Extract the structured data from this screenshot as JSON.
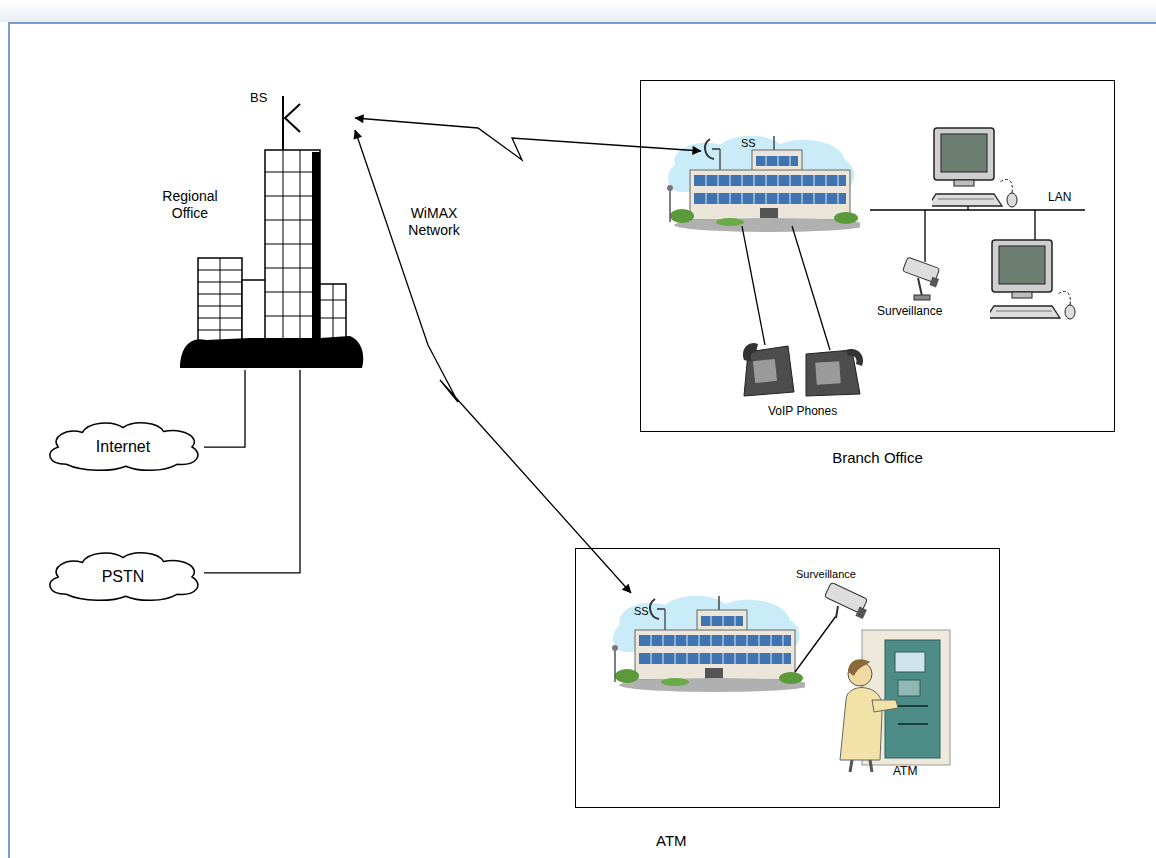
{
  "diagram": {
    "nodes": [
      {
        "text": [
          "BS",
          "Regional Office"
        ]
      },
      {
        "text": [
          "Internet"
        ]
      },
      {
        "text": [
          "PSTN"
        ]
      },
      {
        "text": [
          "Branch Office"
        ]
      },
      {
        "text": [
          "SS"
        ],
        "in": 3
      },
      {
        "text": [
          "ATM"
        ]
      },
      {
        "text": [
          "SS"
        ],
        "in": 5
      }
    ],
    "edges": [
      {
        "from": 1,
        "to": 0,
        "arrow": "none"
      },
      {
        "from": 2,
        "to": 0,
        "arrow": "none"
      },
      {
        "from": 0,
        "to": 4,
        "arrow": "both"
      },
      {
        "from": 0,
        "to": 6,
        "arrow": "both"
      }
    ],
    "labels": [
      "WiMAX Network",
      "LAN",
      "Surveillance",
      "VoIP Phones",
      "Surveillance",
      "ATM"
    ]
  }
}
